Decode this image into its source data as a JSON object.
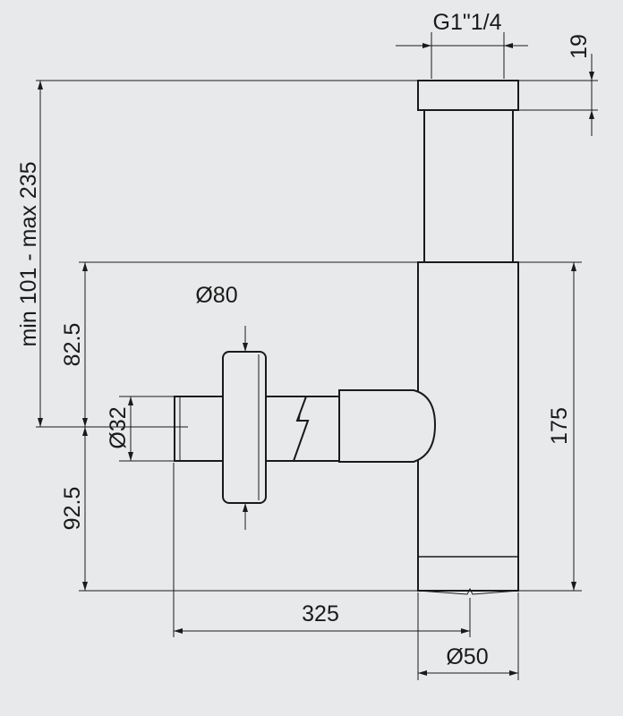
{
  "dimensions": {
    "thread": "G1\"1/4",
    "top_ring": "19",
    "height_range": "min 101 - max 235",
    "upper_height": "82.5",
    "lower_height": "92.5",
    "flange_diameter": "Ø80",
    "pipe_diameter": "Ø32",
    "body_height": "175",
    "length": "325",
    "body_diameter": "Ø50"
  },
  "colors": {
    "background": "#e8e9ea",
    "ink": "#1a1a1a"
  }
}
